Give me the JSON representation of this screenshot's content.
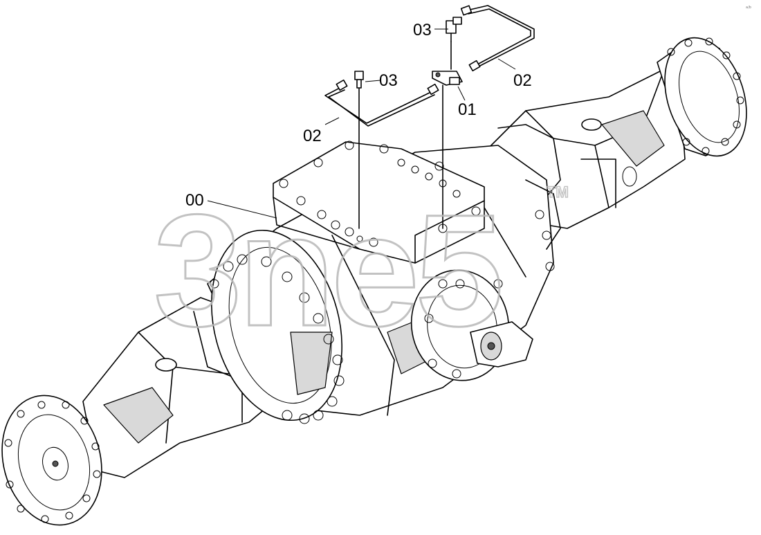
{
  "corner_text": "a/b",
  "watermark": {
    "text": "3ne5",
    "trademark": "TM"
  },
  "callouts": {
    "c00": "00",
    "c01": "01",
    "c02_left": "02",
    "c02_right": "02",
    "c03_left": "03",
    "c03_top": "03"
  }
}
